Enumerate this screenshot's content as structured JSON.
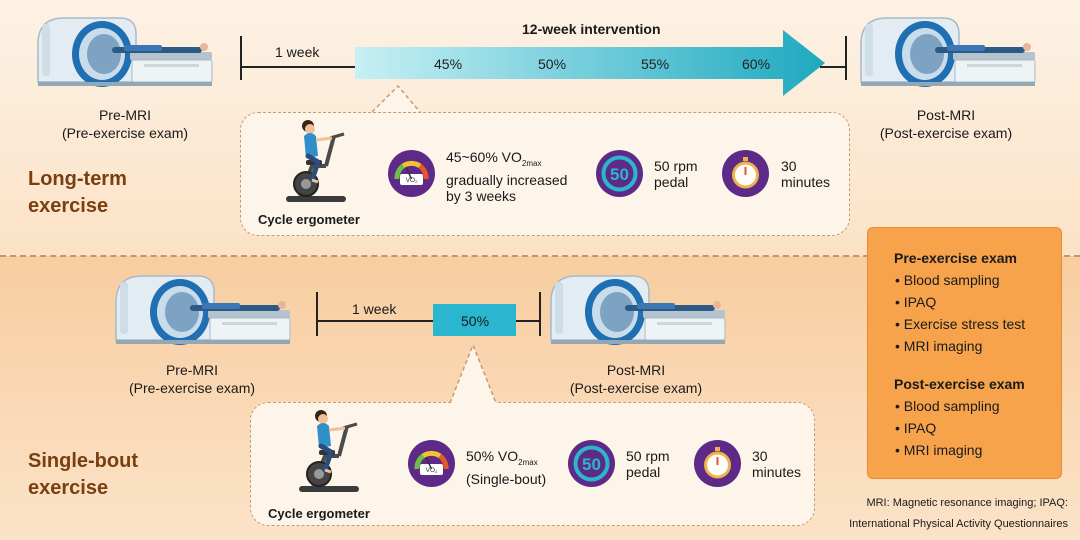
{
  "long_term": {
    "title_line1": "Long-term",
    "title_line2": "exercise",
    "pre_mri_label": "Pre-MRI",
    "pre_mri_sublabel": "(Pre-exercise exam)",
    "post_mri_label": "Post-MRI",
    "post_mri_sublabel": "(Post-exercise exam)",
    "one_week": "1 week",
    "intervention_title": "12-week intervention",
    "percentages": [
      "45%",
      "50%",
      "55%",
      "60%"
    ],
    "ergometer_label": "Cycle ergometer",
    "intensity_main": "45~60% VO",
    "intensity_sub": "2max",
    "intensity_line2": "gradually increased",
    "intensity_line3": "by 3 weeks",
    "rpm_value": "50",
    "rpm_line1": "50 rpm",
    "rpm_line2": "pedal",
    "duration_line1": "30",
    "duration_line2": "minutes"
  },
  "single_bout": {
    "title_line1": "Single-bout",
    "title_line2": "exercise",
    "pre_mri_label": "Pre-MRI",
    "pre_mri_sublabel": "(Pre-exercise exam)",
    "post_mri_label": "Post-MRI",
    "post_mri_sublabel": "(Post-exercise exam)",
    "one_week": "1 week",
    "box_pct": "50%",
    "ergometer_label": "Cycle ergometer",
    "intensity_main": "50% VO",
    "intensity_sub": "2max",
    "intensity_line2": "(Single-bout)",
    "rpm_value": "50",
    "rpm_line1": "50 rpm",
    "rpm_line2": "pedal",
    "duration_line1": "30",
    "duration_line2": "minutes"
  },
  "gauge_text": "VO",
  "gauge_sub": "2",
  "exam_panel": {
    "pre_heading": "Pre-exercise exam",
    "pre_items": [
      "Blood sampling",
      "IPAQ",
      "Exercise stress test",
      "MRI imaging"
    ],
    "post_heading": "Post-exercise exam",
    "post_items": [
      "Blood sampling",
      "IPAQ",
      "MRI imaging"
    ]
  },
  "footnote_line1": "MRI: Magnetic resonance imaging; IPAQ:",
  "footnote_line2": "International Physical Activity Questionnaires",
  "colors": {
    "arrow_start": "#bdeef3",
    "arrow_end": "#1fb1c7",
    "purple": "#5e2a88",
    "title_brown": "#7a3f10",
    "panel_orange": "#f6a34c"
  }
}
